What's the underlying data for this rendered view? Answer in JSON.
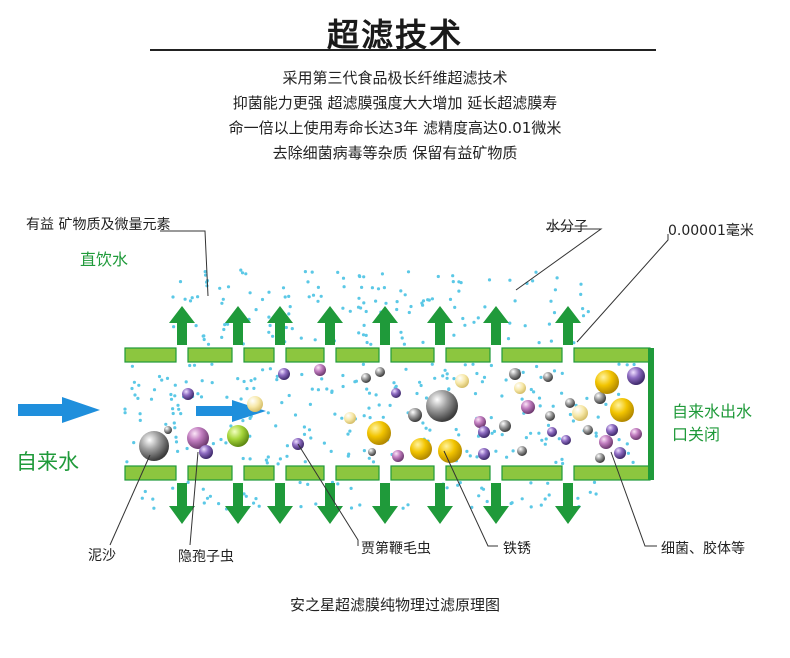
{
  "title": "超滤技术",
  "description": [
    "采用第三代食品极长纤维超滤技术",
    "抑菌能力更强  超滤膜强度大大增加  延长超滤膜寿",
    "命一倍以上使用寿命长达3年  滤精度高达0.01微米",
    "去除细菌病毒等杂质  保留有益矿物质"
  ],
  "labels": {
    "minerals": "有益 矿物质及微量元素",
    "drinking_water": "直饮水",
    "water_molecule": "水分子",
    "precision": "0.00001毫米",
    "tap_water": "自来水",
    "outlet_closed_line1": "自来水出水",
    "outlet_closed_line2": "口关闭",
    "sand": "泥沙",
    "cryptosporidium": "隐孢子虫",
    "giardia": "贾第鞭毛虫",
    "rust": "铁锈",
    "bacteria_colloid": "细菌、胶体等"
  },
  "caption": "安之星超滤膜纯物理过滤原理图",
  "colors": {
    "membrane_green": "#8cc63f",
    "arrow_green": "#1f9a3a",
    "flow_blue": "#1f8fdc",
    "water_dot": "#5bc8e6",
    "grey_particle": "#8a8a8a",
    "purple_particle": "#7a5aa8",
    "yellow_particle": "#f2c400",
    "cream_particle": "#f5e6a8"
  }
}
